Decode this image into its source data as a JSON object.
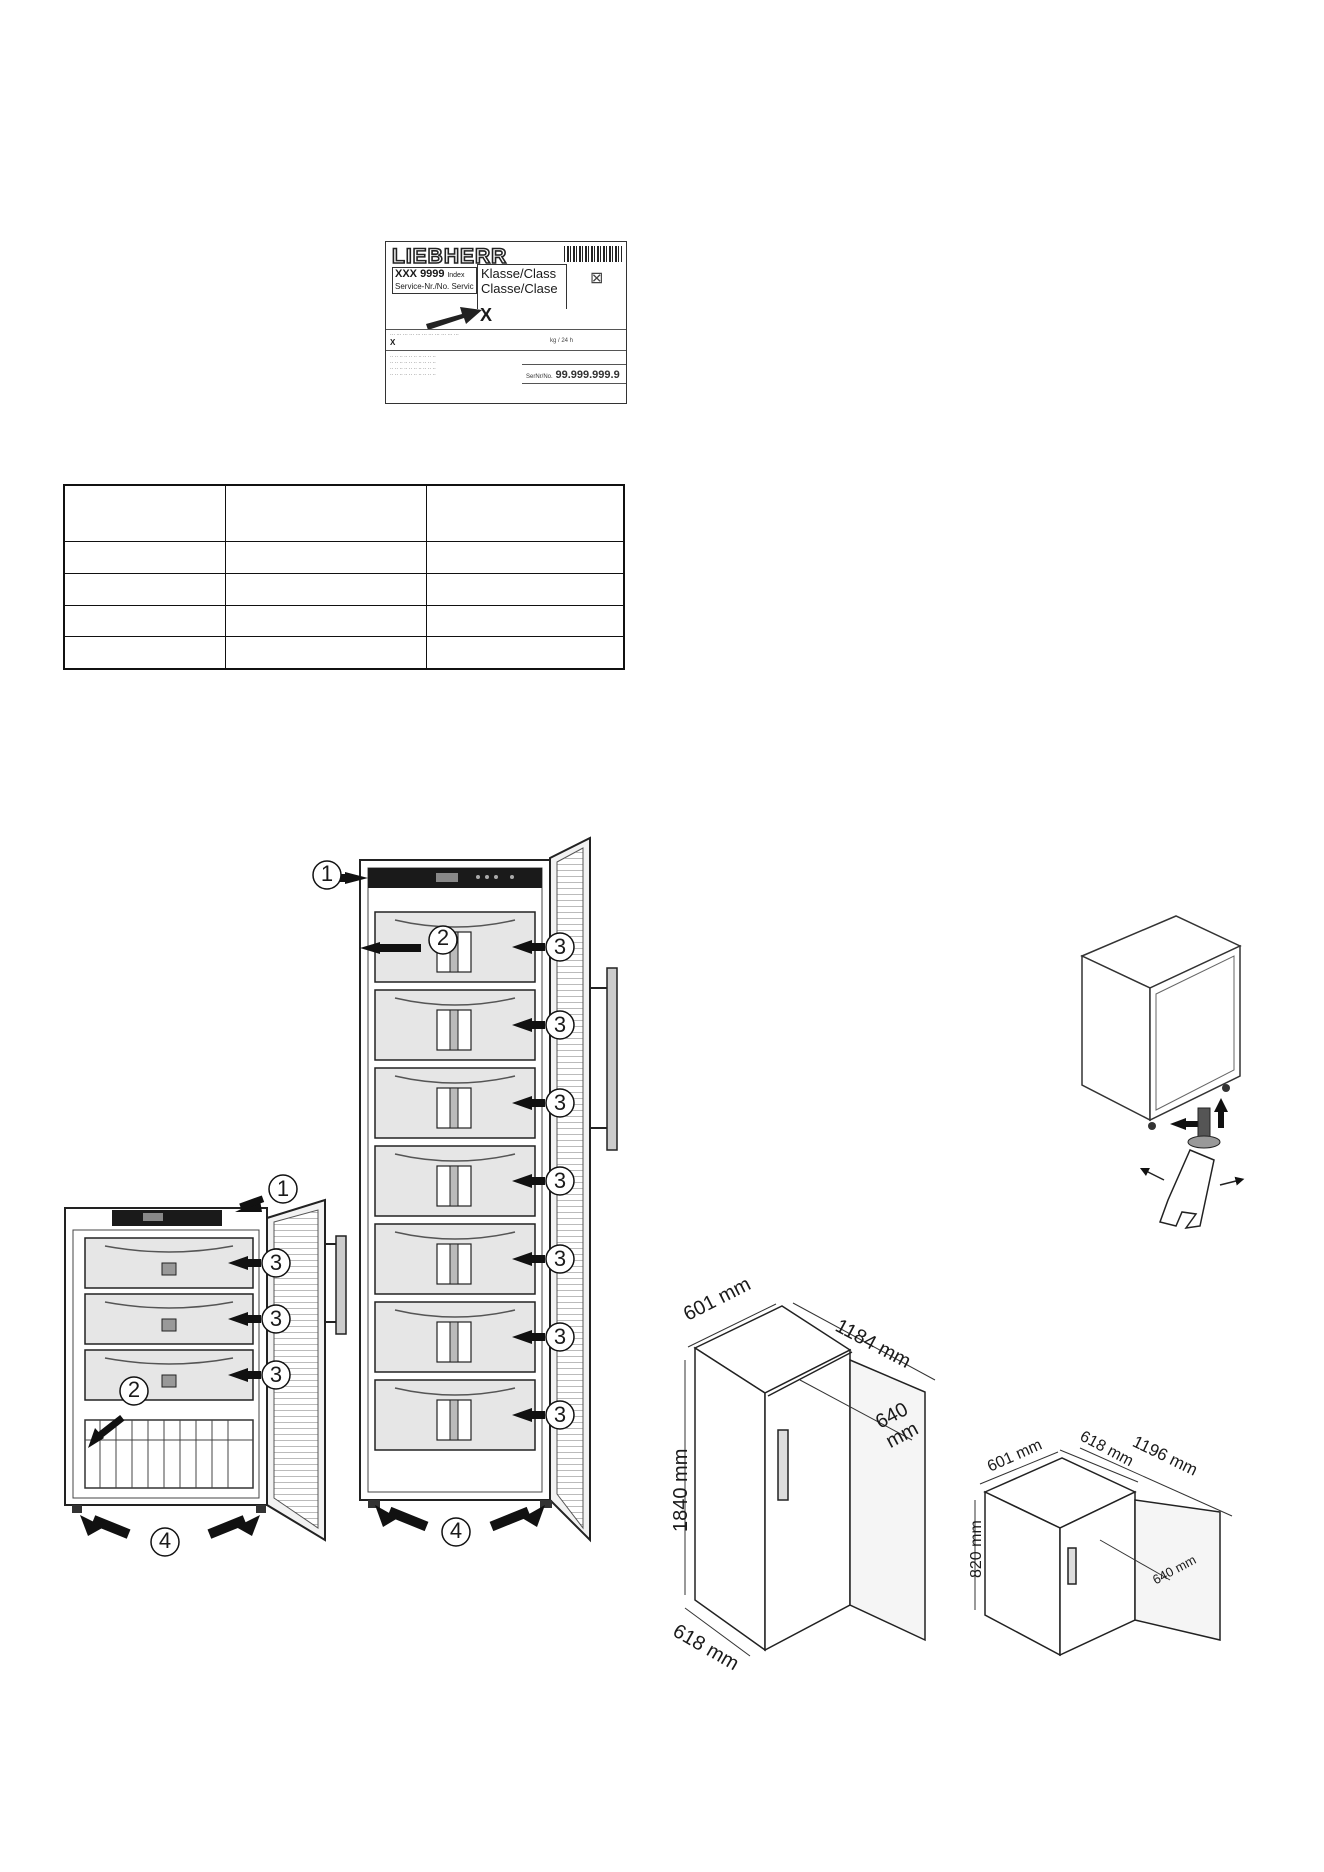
{
  "rating_label": {
    "brand": "LIEBHERR",
    "model": "XXX 9999",
    "index_label": "Index",
    "service_label": "Service-Nr./No. Servic",
    "class_line1": "Klasse/Class",
    "class_line2": "Classe/Clase",
    "class_value": "X",
    "class_small_value": "X",
    "daily_unit": "kg / 24 h",
    "serial_label": "SerNr/No.",
    "serial_value": "99.999.999.9"
  },
  "table": {
    "columns": 3,
    "rows": 4
  },
  "callouts": {
    "c1": "1",
    "c2": "2",
    "c3": "3",
    "c4": "4"
  },
  "dimensions": {
    "tall_width": "601 mm",
    "tall_depth_open": "1184 mm",
    "tall_depth_value": "640",
    "tall_depth_unit": "mm",
    "tall_height": "1840 mm",
    "tall_depth": "618 mm",
    "small_width": "601 mm",
    "small_depth": "618 mm",
    "small_depth_open": "1196 mm",
    "small_height": "820 mm",
    "small_depth_door": "640 mm"
  }
}
